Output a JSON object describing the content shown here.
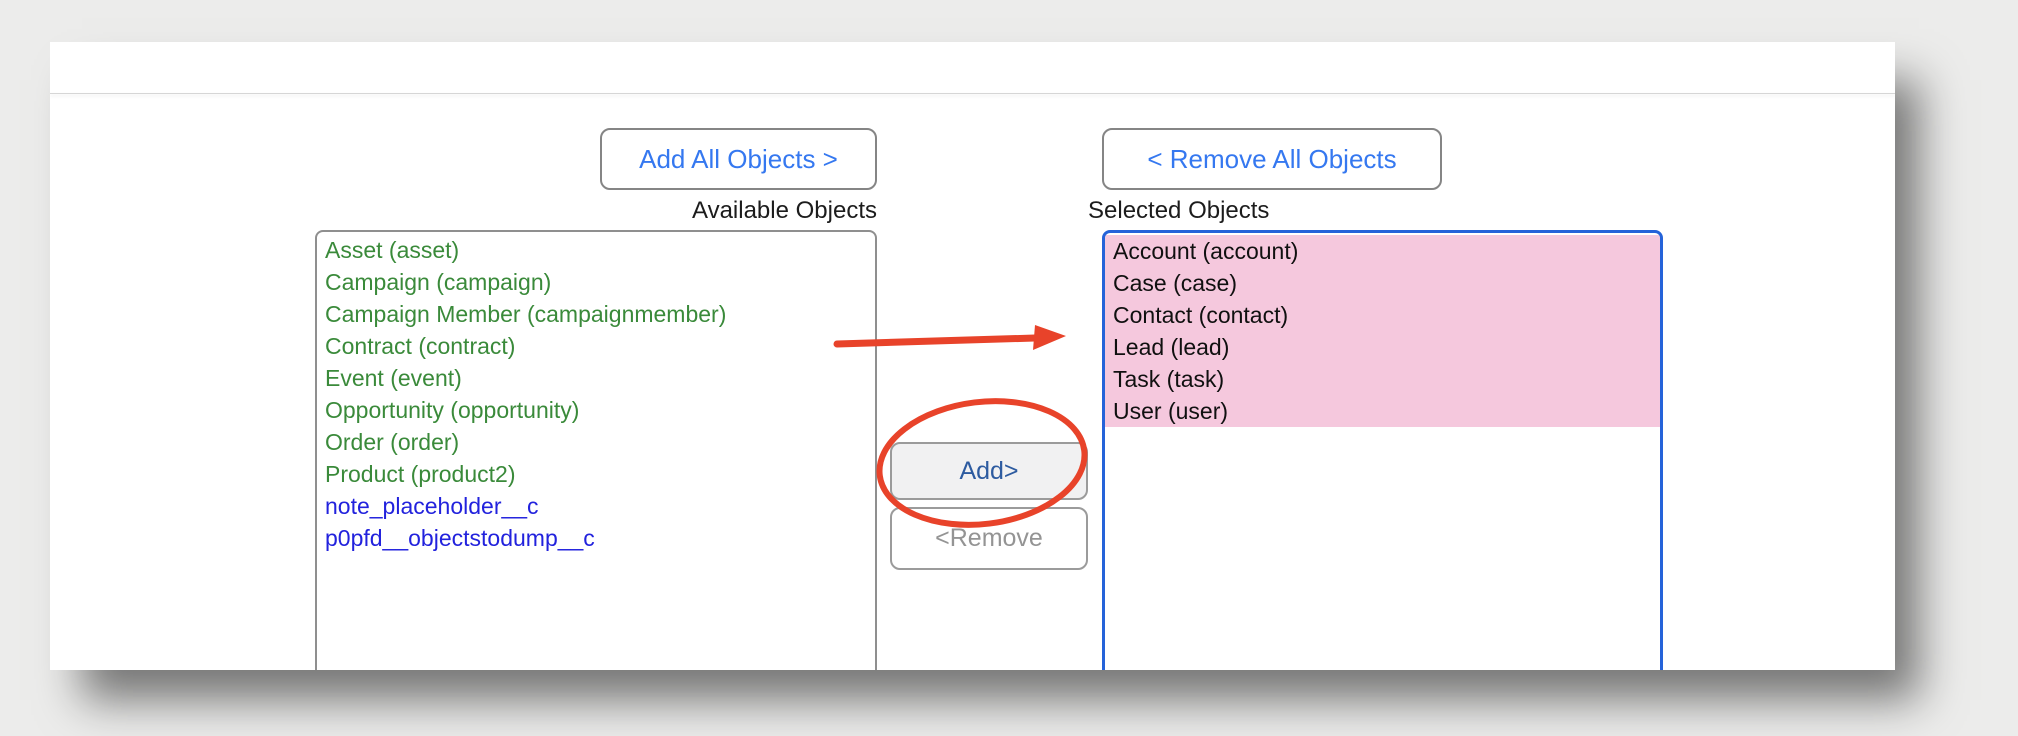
{
  "panel": {
    "add_all_label": "Add All Objects >",
    "remove_all_label": "< Remove All Objects",
    "available_label": "Available Objects",
    "selected_label": "Selected Objects",
    "add_label": "Add>",
    "remove_label": "<Remove"
  },
  "available_list": {
    "items": [
      {
        "label": "Asset (asset)",
        "kind": "standard"
      },
      {
        "label": "Campaign (campaign)",
        "kind": "standard"
      },
      {
        "label": "Campaign Member (campaignmember)",
        "kind": "standard"
      },
      {
        "label": "Contract (contract)",
        "kind": "standard"
      },
      {
        "label": "Event (event)",
        "kind": "standard"
      },
      {
        "label": "Opportunity (opportunity)",
        "kind": "standard"
      },
      {
        "label": "Order (order)",
        "kind": "standard"
      },
      {
        "label": "Product (product2)",
        "kind": "standard"
      },
      {
        "label": "note_placeholder__c",
        "kind": "custom"
      },
      {
        "label": "p0pfd__objectstodump__c",
        "kind": "custom"
      }
    ]
  },
  "selected_list": {
    "items": [
      {
        "label": "Account (account)",
        "kind": "selected-item"
      },
      {
        "label": "Case (case)",
        "kind": "selected-item"
      },
      {
        "label": "Contact (contact)",
        "kind": "selected-item"
      },
      {
        "label": "Lead (lead)",
        "kind": "selected-item"
      },
      {
        "label": "Task (task)",
        "kind": "selected-item"
      },
      {
        "label": "User (user)",
        "kind": "selected-item"
      }
    ]
  },
  "colors": {
    "standard_object_green": "#3a8a3a",
    "custom_object_blue": "#2222dd",
    "selection_pink": "#f5c8dd",
    "focus_border_blue": "#2563d9",
    "button_text_blue": "#3578f0",
    "add_button_text_blue": "#2d5ba0",
    "annotation_red": "#e8432a"
  }
}
